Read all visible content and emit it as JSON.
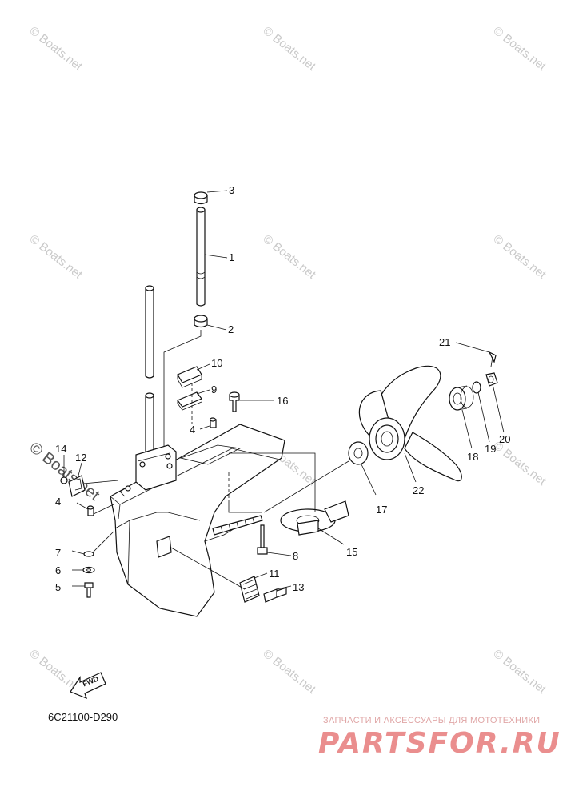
{
  "watermark": {
    "text": "© Boats.net"
  },
  "diagram_code": "6C21100-D290",
  "direction_label": "FWD",
  "promo_text": "ЗАПЧАСТИ И АКСЕССУАРЫ ДЛЯ МОТОТЕХНИКИ",
  "brand_logo_text": "PARTSFOR.RU",
  "callouts": [
    "1",
    "2",
    "3",
    "4",
    "4",
    "5",
    "6",
    "7",
    "8",
    "9",
    "10",
    "11",
    "12",
    "13",
    "14",
    "15",
    "16",
    "17",
    "18",
    "19",
    "20",
    "21",
    "22"
  ],
  "colors": {
    "line": "#111111",
    "watermark": "#c9c9c9",
    "brand": "#ea8e8e"
  }
}
